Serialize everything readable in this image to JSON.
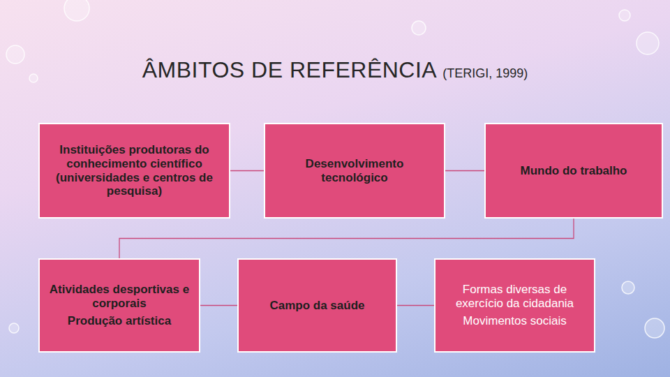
{
  "diagram": {
    "title": "ÂMBITOS DE REFERÊNCIA",
    "nodes": [
      {
        "text": [
          "Instituições produtoras do conhecimento científico (universidades e centros de pesquisa)"
        ]
      },
      {
        "text": [
          "Desenvolvimento tecnológico"
        ]
      },
      {
        "text": [
          "Mundo do trabalho"
        ]
      },
      {
        "text": [
          "Atividades desportivas e corporais",
          "Produção artística"
        ]
      },
      {
        "text": [
          "Campo da saúde"
        ]
      },
      {
        "text": [
          "Formas diversas de exercício da cidadania",
          "Movimentos sociais"
        ]
      }
    ],
    "edges": [
      {
        "from": 0,
        "to": 1,
        "arrow": "none"
      },
      {
        "from": 1,
        "to": 2,
        "arrow": "none"
      },
      {
        "from": 2,
        "to": 3,
        "arrow": "none"
      },
      {
        "from": 3,
        "to": 4,
        "arrow": "none"
      },
      {
        "from": 4,
        "to": 5,
        "arrow": "none"
      }
    ],
    "labels": [
      "(TERIGI, 1999)"
    ]
  }
}
